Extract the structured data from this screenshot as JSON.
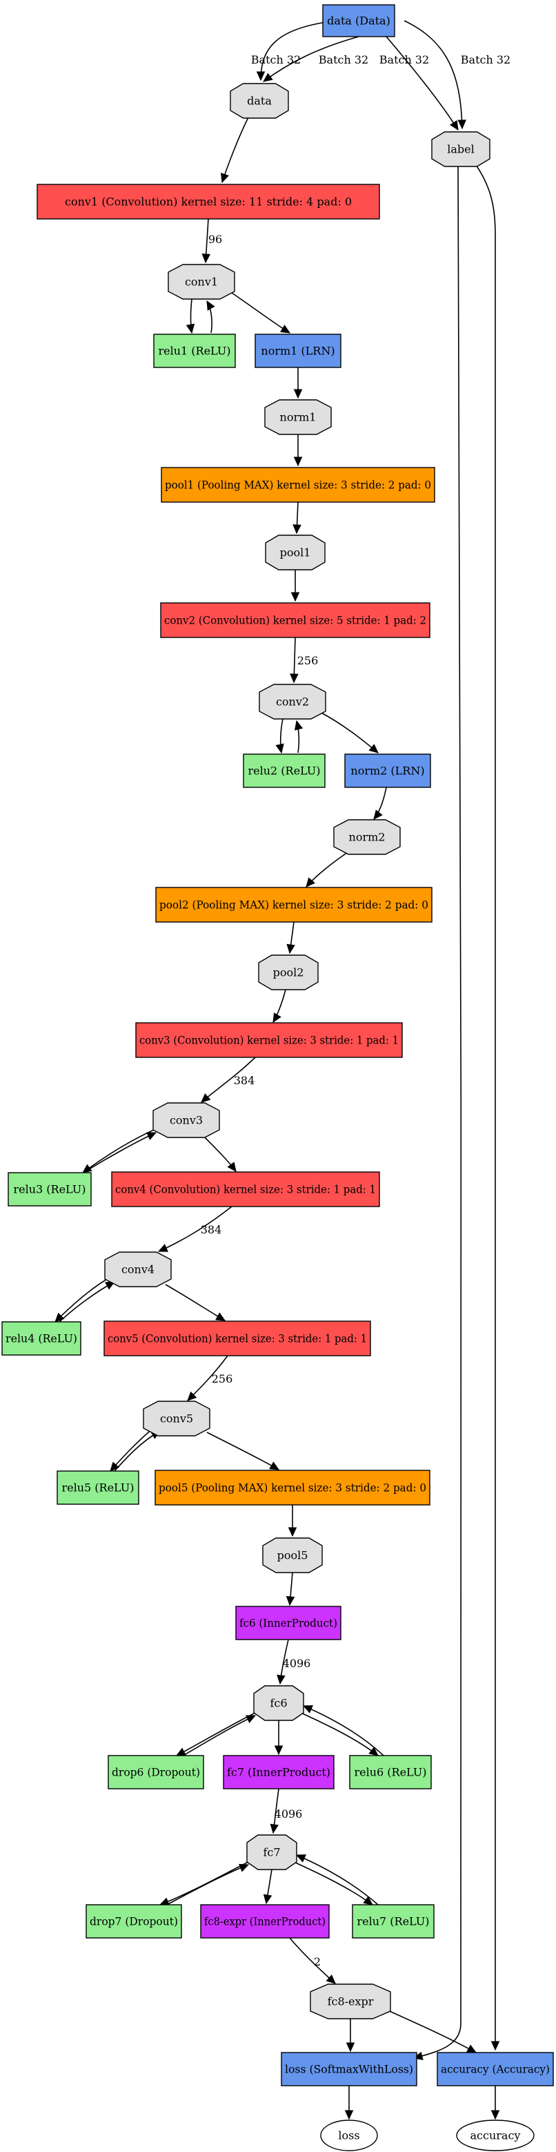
{
  "colors": {
    "data": "#6495ed",
    "conv": "#ff5050",
    "relu": "#90ee90",
    "pool": "#ff9900",
    "fc": "#cc33ff",
    "blob": "#e0e0e0",
    "output": "#ffffff"
  },
  "nodes": [
    {
      "id": "data_layer",
      "label": "data (Data)",
      "kind": "data"
    },
    {
      "id": "data_blob",
      "label": "data",
      "kind": "blob"
    },
    {
      "id": "label_blob",
      "label": "label",
      "kind": "blob"
    },
    {
      "id": "conv1_layer",
      "label": "conv1 (Convolution) kernel size: 11 stride: 4 pad: 0",
      "kind": "conv"
    },
    {
      "id": "conv1_blob",
      "label": "conv1",
      "kind": "blob"
    },
    {
      "id": "relu1_layer",
      "label": "relu1 (ReLU)",
      "kind": "relu"
    },
    {
      "id": "norm1_layer",
      "label": "norm1 (LRN)",
      "kind": "data"
    },
    {
      "id": "norm1_blob",
      "label": "norm1",
      "kind": "blob"
    },
    {
      "id": "pool1_layer",
      "label": "pool1 (Pooling MAX) kernel size: 3 stride: 2 pad: 0",
      "kind": "pool"
    },
    {
      "id": "pool1_blob",
      "label": "pool1",
      "kind": "blob"
    },
    {
      "id": "conv2_layer",
      "label": "conv2 (Convolution) kernel size: 5 stride: 1 pad: 2",
      "kind": "conv"
    },
    {
      "id": "conv2_blob",
      "label": "conv2",
      "kind": "blob"
    },
    {
      "id": "relu2_layer",
      "label": "relu2 (ReLU)",
      "kind": "relu"
    },
    {
      "id": "norm2_layer",
      "label": "norm2 (LRN)",
      "kind": "data"
    },
    {
      "id": "norm2_blob",
      "label": "norm2",
      "kind": "blob"
    },
    {
      "id": "pool2_layer",
      "label": "pool2 (Pooling MAX) kernel size: 3 stride: 2 pad: 0",
      "kind": "pool"
    },
    {
      "id": "pool2_blob",
      "label": "pool2",
      "kind": "blob"
    },
    {
      "id": "conv3_layer",
      "label": "conv3 (Convolution) kernel size: 3 stride: 1 pad: 1",
      "kind": "conv"
    },
    {
      "id": "conv3_blob",
      "label": "conv3",
      "kind": "blob"
    },
    {
      "id": "relu3_layer",
      "label": "relu3 (ReLU)",
      "kind": "relu"
    },
    {
      "id": "conv4_layer",
      "label": "conv4 (Convolution) kernel size: 3 stride: 1 pad: 1",
      "kind": "conv"
    },
    {
      "id": "conv4_blob",
      "label": "conv4",
      "kind": "blob"
    },
    {
      "id": "relu4_layer",
      "label": "relu4 (ReLU)",
      "kind": "relu"
    },
    {
      "id": "conv5_layer",
      "label": "conv5 (Convolution) kernel size: 3 stride: 1 pad: 1",
      "kind": "conv"
    },
    {
      "id": "conv5_blob",
      "label": "conv5",
      "kind": "blob"
    },
    {
      "id": "relu5_layer",
      "label": "relu5 (ReLU)",
      "kind": "relu"
    },
    {
      "id": "pool5_layer",
      "label": "pool5 (Pooling MAX) kernel size: 3 stride: 2 pad: 0",
      "kind": "pool"
    },
    {
      "id": "pool5_blob",
      "label": "pool5",
      "kind": "blob"
    },
    {
      "id": "fc6_layer",
      "label": "fc6 (InnerProduct)",
      "kind": "fc"
    },
    {
      "id": "fc6_blob",
      "label": "fc6",
      "kind": "blob"
    },
    {
      "id": "drop6_layer",
      "label": "drop6 (Dropout)",
      "kind": "relu"
    },
    {
      "id": "fc7_layer",
      "label": "fc7 (InnerProduct)",
      "kind": "fc"
    },
    {
      "id": "relu6_layer",
      "label": "relu6 (ReLU)",
      "kind": "relu"
    },
    {
      "id": "fc7_blob",
      "label": "fc7",
      "kind": "blob"
    },
    {
      "id": "drop7_layer",
      "label": "drop7 (Dropout)",
      "kind": "relu"
    },
    {
      "id": "fc8_layer",
      "label": "fc8-expr (InnerProduct)",
      "kind": "fc"
    },
    {
      "id": "relu7_layer",
      "label": "relu7 (ReLU)",
      "kind": "relu"
    },
    {
      "id": "fc8_blob",
      "label": "fc8-expr",
      "kind": "blob"
    },
    {
      "id": "loss_layer",
      "label": "loss (SoftmaxWithLoss)",
      "kind": "data"
    },
    {
      "id": "accuracy_layer",
      "label": "accuracy (Accuracy)",
      "kind": "data"
    },
    {
      "id": "loss_out",
      "label": "loss",
      "kind": "output"
    },
    {
      "id": "accuracy_out",
      "label": "accuracy",
      "kind": "output"
    }
  ],
  "edges": [
    {
      "id": "e-data-data",
      "from": "data_layer",
      "to": "data_blob",
      "label": "Batch 32"
    },
    {
      "id": "e-data-data2",
      "from": "data_layer",
      "to": "data_blob",
      "label": "Batch 32"
    },
    {
      "id": "e-data-label",
      "from": "data_layer",
      "to": "label_blob",
      "label": "Batch 32"
    },
    {
      "id": "e-data-label2",
      "from": "data_layer",
      "to": "label_blob",
      "label": "Batch 32"
    },
    {
      "id": "e-datablob-conv1",
      "from": "data_blob",
      "to": "conv1_layer",
      "label": ""
    },
    {
      "id": "e-conv1-blob",
      "from": "conv1_layer",
      "to": "conv1_blob",
      "label": "96"
    },
    {
      "id": "e-conv1-relu1",
      "from": "conv1_blob",
      "to": "relu1_layer",
      "label": ""
    },
    {
      "id": "e-relu1-conv1",
      "from": "relu1_layer",
      "to": "conv1_blob",
      "label": ""
    },
    {
      "id": "e-conv1-norm1",
      "from": "conv1_blob",
      "to": "norm1_layer",
      "label": ""
    },
    {
      "id": "e-norm1-blob",
      "from": "norm1_layer",
      "to": "norm1_blob",
      "label": ""
    },
    {
      "id": "e-norm1-pool1",
      "from": "norm1_blob",
      "to": "pool1_layer",
      "label": ""
    },
    {
      "id": "e-pool1-blob",
      "from": "pool1_layer",
      "to": "pool1_blob",
      "label": ""
    },
    {
      "id": "e-pool1-conv2",
      "from": "pool1_blob",
      "to": "conv2_layer",
      "label": ""
    },
    {
      "id": "e-conv2-blob",
      "from": "conv2_layer",
      "to": "conv2_blob",
      "label": "256"
    },
    {
      "id": "e-conv2-relu2",
      "from": "conv2_blob",
      "to": "relu2_layer",
      "label": ""
    },
    {
      "id": "e-relu2-conv2",
      "from": "relu2_layer",
      "to": "conv2_blob",
      "label": ""
    },
    {
      "id": "e-conv2-norm2",
      "from": "conv2_blob",
      "to": "norm2_layer",
      "label": ""
    },
    {
      "id": "e-norm2-blob",
      "from": "norm2_layer",
      "to": "norm2_blob",
      "label": ""
    },
    {
      "id": "e-norm2-pool2",
      "from": "norm2_blob",
      "to": "pool2_layer",
      "label": ""
    },
    {
      "id": "e-pool2-blob",
      "from": "pool2_layer",
      "to": "pool2_blob",
      "label": ""
    },
    {
      "id": "e-pool2-conv3",
      "from": "pool2_blob",
      "to": "conv3_layer",
      "label": ""
    },
    {
      "id": "e-conv3-blob",
      "from": "conv3_layer",
      "to": "conv3_blob",
      "label": "384"
    },
    {
      "id": "e-conv3-relu3",
      "from": "conv3_blob",
      "to": "relu3_layer",
      "label": ""
    },
    {
      "id": "e-relu3-conv3",
      "from": "relu3_layer",
      "to": "conv3_blob",
      "label": ""
    },
    {
      "id": "e-conv3-conv4",
      "from": "conv3_blob",
      "to": "conv4_layer",
      "label": ""
    },
    {
      "id": "e-conv4-blob",
      "from": "conv4_layer",
      "to": "conv4_blob",
      "label": "384"
    },
    {
      "id": "e-conv4-relu4",
      "from": "conv4_blob",
      "to": "relu4_layer",
      "label": ""
    },
    {
      "id": "e-relu4-conv4",
      "from": "relu4_layer",
      "to": "conv4_blob",
      "label": ""
    },
    {
      "id": "e-conv4-conv5",
      "from": "conv4_blob",
      "to": "conv5_layer",
      "label": ""
    },
    {
      "id": "e-conv5-blob",
      "from": "conv5_layer",
      "to": "conv5_blob",
      "label": "256"
    },
    {
      "id": "e-conv5-relu5",
      "from": "conv5_blob",
      "to": "relu5_layer",
      "label": ""
    },
    {
      "id": "e-relu5-conv5",
      "from": "relu5_layer",
      "to": "conv5_blob",
      "label": ""
    },
    {
      "id": "e-conv5-pool5",
      "from": "conv5_blob",
      "to": "pool5_layer",
      "label": ""
    },
    {
      "id": "e-pool5-blob",
      "from": "pool5_layer",
      "to": "pool5_blob",
      "label": ""
    },
    {
      "id": "e-pool5-fc6",
      "from": "pool5_blob",
      "to": "fc6_layer",
      "label": ""
    },
    {
      "id": "e-fc6-blob",
      "from": "fc6_layer",
      "to": "fc6_blob",
      "label": "4096"
    },
    {
      "id": "e-fc6-drop6",
      "from": "fc6_blob",
      "to": "drop6_layer",
      "label": ""
    },
    {
      "id": "e-drop6-fc6",
      "from": "drop6_layer",
      "to": "fc6_blob",
      "label": ""
    },
    {
      "id": "e-fc6-relu6",
      "from": "fc6_blob",
      "to": "relu6_layer",
      "label": ""
    },
    {
      "id": "e-relu6-fc6",
      "from": "relu6_layer",
      "to": "fc6_blob",
      "label": ""
    },
    {
      "id": "e-fc6-fc7",
      "from": "fc6_blob",
      "to": "fc7_layer",
      "label": ""
    },
    {
      "id": "e-fc7-blob",
      "from": "fc7_layer",
      "to": "fc7_blob",
      "label": "4096"
    },
    {
      "id": "e-fc7-drop7",
      "from": "fc7_blob",
      "to": "drop7_layer",
      "label": ""
    },
    {
      "id": "e-drop7-fc7",
      "from": "drop7_layer",
      "to": "fc7_blob",
      "label": ""
    },
    {
      "id": "e-fc7-relu7",
      "from": "fc7_blob",
      "to": "relu7_layer",
      "label": ""
    },
    {
      "id": "e-relu7-fc7",
      "from": "relu7_layer",
      "to": "fc7_blob",
      "label": ""
    },
    {
      "id": "e-fc7-fc8",
      "from": "fc7_blob",
      "to": "fc8_layer",
      "label": ""
    },
    {
      "id": "e-fc8-blob",
      "from": "fc8_layer",
      "to": "fc8_blob",
      "label": "2"
    },
    {
      "id": "e-fc8-loss",
      "from": "fc8_blob",
      "to": "loss_layer",
      "label": ""
    },
    {
      "id": "e-fc8-acc",
      "from": "fc8_blob",
      "to": "accuracy_layer",
      "label": ""
    },
    {
      "id": "e-label-loss",
      "from": "label_blob",
      "to": "loss_layer",
      "label": ""
    },
    {
      "id": "e-label-acc",
      "from": "label_blob",
      "to": "accuracy_layer",
      "label": ""
    },
    {
      "id": "e-loss-out",
      "from": "loss_layer",
      "to": "loss_out",
      "label": ""
    },
    {
      "id": "e-acc-out",
      "from": "accuracy_layer",
      "to": "accuracy_out",
      "label": ""
    }
  ]
}
